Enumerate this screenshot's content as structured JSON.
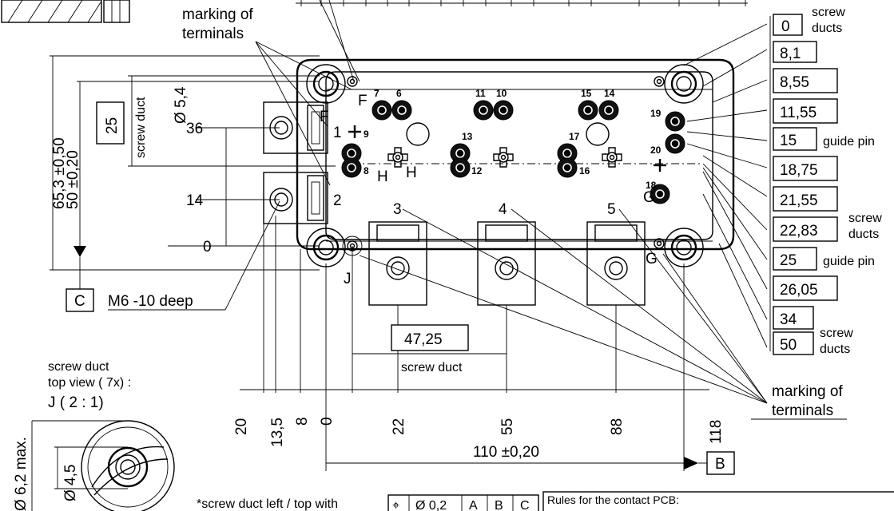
{
  "labels": {
    "marking_terminals": [
      "marking of",
      "terminals"
    ],
    "marking_terminals_2": [
      "marking of",
      "terminals"
    ],
    "screw_duct_top_view": [
      "screw duct",
      "top view ( 7x)   :",
      "J    ( 2 : 1)"
    ],
    "c_ref": "C",
    "m6_note": "M6 -10 deep",
    "b_ref": "B",
    "screw_duct_vertical": "screw duct",
    "screw_duct_horizontal": "screw duct",
    "footer_left": "*screw duct left / top with",
    "tolerance_frame": [
      "⌖",
      "Ø  0,2",
      "A",
      "B",
      "C"
    ],
    "rules_title": "Rules for the contact PCB:"
  },
  "diameter_labels": [
    "Ø 5,4",
    "Ø 4,5",
    "Ø 6,2 max."
  ],
  "left_dimensions": {
    "overall_height": "65,3 ±0,50",
    "height_50": "50 ±0,20",
    "box_25": "25",
    "v36": "36",
    "v14": "14",
    "v0": "0"
  },
  "right_dimensions": [
    {
      "value": "0",
      "note": [
        "screw",
        "ducts"
      ]
    },
    {
      "value": "8,1",
      "note": []
    },
    {
      "value": "8,55",
      "note": []
    },
    {
      "value": "11,55",
      "note": []
    },
    {
      "value": "15",
      "note": [
        "guide pin"
      ]
    },
    {
      "value": "18,75",
      "note": []
    },
    {
      "value": "21,55",
      "note": []
    },
    {
      "value": "22,83",
      "note": [
        "screw",
        "ducts"
      ]
    },
    {
      "value": "25",
      "note": [
        "guide pin"
      ]
    },
    {
      "value": "26,05",
      "note": []
    },
    {
      "value": "34",
      "note": []
    },
    {
      "value": "50",
      "note": [
        "screw",
        "ducts"
      ]
    }
  ],
  "bottom_dimensions": [
    "20",
    "13,5",
    "8",
    "0",
    "22",
    "55",
    "88",
    "118"
  ],
  "dim_47_25": "47,25",
  "dim_110": "110 ±0,20",
  "terminal_numbers": [
    "1",
    "2",
    "3",
    "4",
    "5"
  ],
  "pin_numbers": [
    "7",
    "6",
    "11",
    "10",
    "15",
    "14",
    "19",
    "9",
    "13",
    "17",
    "20",
    "8",
    "12",
    "16",
    "18"
  ],
  "view_letters": [
    "F",
    "F",
    "H",
    "H",
    "G",
    "G",
    "J"
  ]
}
